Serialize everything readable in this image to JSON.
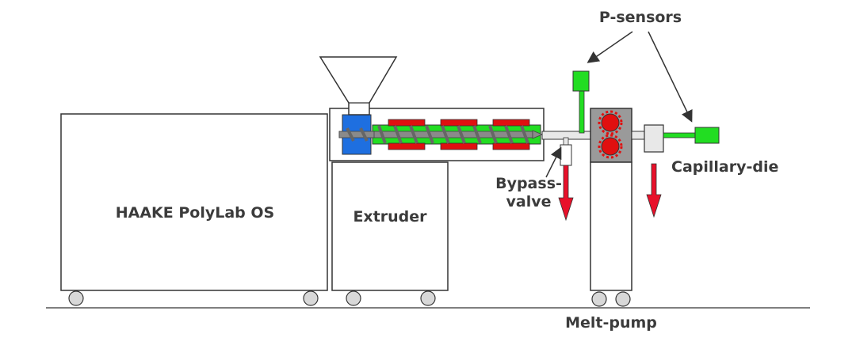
{
  "labels": {
    "haake": "HAAKE PolyLab OS",
    "extruder": "Extruder",
    "p_sensors": "P-sensors",
    "capillary_die": "Capillary-die",
    "bypass_line1": "Bypass-",
    "bypass_line2": "valve",
    "melt_pump": "Melt-pump"
  },
  "colors": {
    "outline": "#333333",
    "sensor_green": "#22dd22",
    "heater_red": "#e01010",
    "outflow_red": "#e8102a",
    "hopper_blue": "#1e6fe0",
    "pump_gray": "#9a9a9a",
    "wheel_gray": "#d8d8d8"
  }
}
